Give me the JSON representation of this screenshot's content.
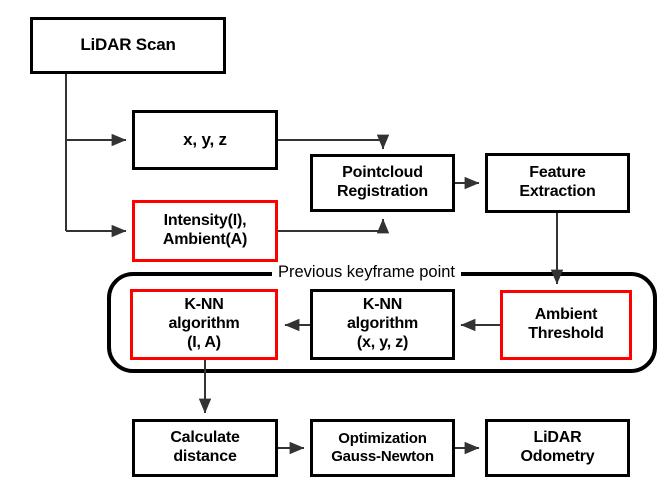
{
  "diagram": {
    "title": "LiDAR odometry pipeline flowchart",
    "colors": {
      "highlight": "#fe0000",
      "outline": "#000000",
      "background": "#ffffff",
      "connector": "#333333"
    },
    "group": {
      "label": "Previous keyframe point"
    },
    "nodes": {
      "lidar_scan": "LiDAR Scan",
      "xyz": "x, y, z",
      "intensity_ambient": "Intensity(I),\nAmbient(A)",
      "pointcloud_registration": "Pointcloud\nRegistration",
      "feature_extraction": "Feature\nExtraction",
      "knn_ia": "K-NN\nalgorithm\n(I, A)",
      "knn_xyz": "K-NN\nalgorithm\n(x, y, z)",
      "ambient_threshold": "Ambient\nThreshold",
      "calculate_distance": "Calculate\ndistance",
      "optimization": "Optimization\nGauss-Newton",
      "lidar_odometry": "LiDAR\nOdometry"
    }
  }
}
